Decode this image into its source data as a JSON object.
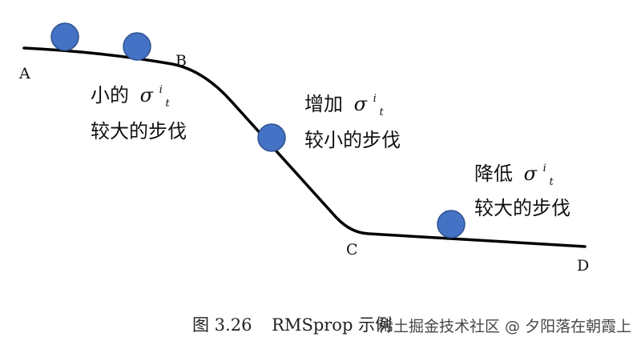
{
  "points": {
    "a": "A",
    "b": "B",
    "c": "C",
    "d": "D"
  },
  "annotations": {
    "ab": {
      "line1_prefix": "小的",
      "line2": "较大的步伐"
    },
    "bc": {
      "line1_prefix": "增加",
      "line2": "较小的步伐"
    },
    "cd": {
      "line1_prefix": "降低",
      "line2": "较大的步伐"
    },
    "sigma": {
      "base": "σ",
      "sup": "i",
      "sub": "t"
    }
  },
  "caption": {
    "figure": "图 3.26",
    "title": "RMSprop 示例"
  },
  "watermark": "稀土掘金技术社区 @ 夕阳落在朝霞上",
  "colors": {
    "curve": "#000000",
    "ball_fill": "#4472c4",
    "ball_stroke": "#2f528f"
  }
}
